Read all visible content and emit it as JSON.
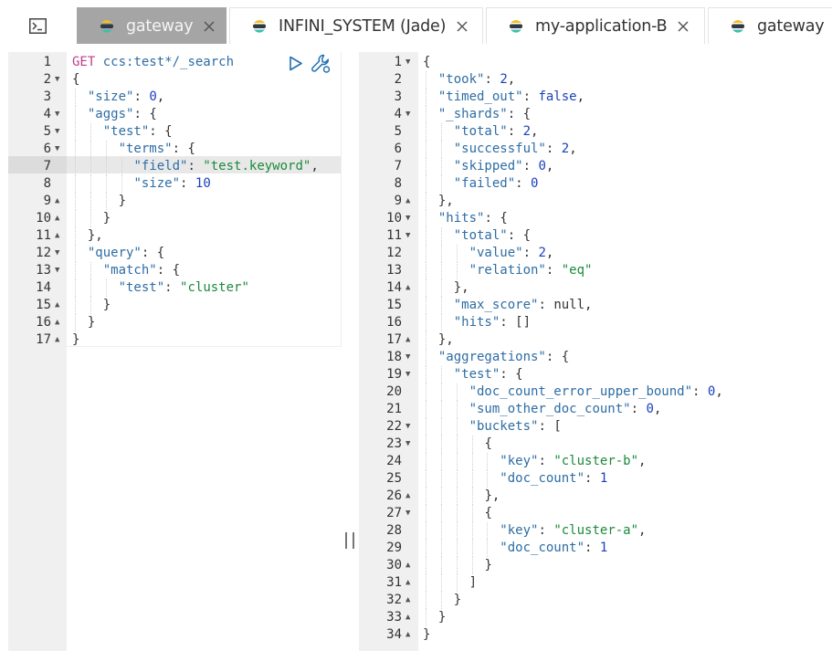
{
  "tabs": [
    {
      "label": "gateway",
      "active": true
    },
    {
      "label": "INFINI_SYSTEM (Jade)",
      "active": false
    },
    {
      "label": "my-application-B",
      "active": false
    },
    {
      "label": "gateway",
      "active": false
    }
  ],
  "colors": {
    "active_tab_bg": "#a5a5a5",
    "gutter_bg": "#f0f0f0",
    "key": "#2e6da4",
    "string": "#1a8a3a",
    "number": "#1a3fbf",
    "method": "#c03b8a"
  },
  "request": {
    "method": "GET",
    "path": "ccs:test*/_search",
    "active_line": 7,
    "lines": [
      {
        "n": "1",
        "fold": "",
        "text": ""
      },
      {
        "n": "2",
        "fold": "down",
        "text": "{"
      },
      {
        "n": "3",
        "fold": "",
        "text": "  \"size\": 0,"
      },
      {
        "n": "4",
        "fold": "down",
        "text": "  \"aggs\": {"
      },
      {
        "n": "5",
        "fold": "down",
        "text": "    \"test\": {"
      },
      {
        "n": "6",
        "fold": "down",
        "text": "      \"terms\": {"
      },
      {
        "n": "7",
        "fold": "",
        "text": "        \"field\": \"test.keyword\","
      },
      {
        "n": "8",
        "fold": "",
        "text": "        \"size\": 10"
      },
      {
        "n": "9",
        "fold": "up",
        "text": "      }"
      },
      {
        "n": "10",
        "fold": "up",
        "text": "    }"
      },
      {
        "n": "11",
        "fold": "up",
        "text": "  },"
      },
      {
        "n": "12",
        "fold": "down",
        "text": "  \"query\": {"
      },
      {
        "n": "13",
        "fold": "down",
        "text": "    \"match\": {"
      },
      {
        "n": "14",
        "fold": "",
        "text": "      \"test\": \"cluster\""
      },
      {
        "n": "15",
        "fold": "up",
        "text": "    }"
      },
      {
        "n": "16",
        "fold": "up",
        "text": "  }"
      },
      {
        "n": "17",
        "fold": "up",
        "text": "}"
      }
    ]
  },
  "response": {
    "lines": [
      {
        "n": "1",
        "fold": "down",
        "text": "{"
      },
      {
        "n": "2",
        "fold": "",
        "text": "  \"took\": 2,"
      },
      {
        "n": "3",
        "fold": "",
        "text": "  \"timed_out\": false,"
      },
      {
        "n": "4",
        "fold": "down",
        "text": "  \"_shards\": {"
      },
      {
        "n": "5",
        "fold": "",
        "text": "    \"total\": 2,"
      },
      {
        "n": "6",
        "fold": "",
        "text": "    \"successful\": 2,"
      },
      {
        "n": "7",
        "fold": "",
        "text": "    \"skipped\": 0,"
      },
      {
        "n": "8",
        "fold": "",
        "text": "    \"failed\": 0"
      },
      {
        "n": "9",
        "fold": "up",
        "text": "  },"
      },
      {
        "n": "10",
        "fold": "down",
        "text": "  \"hits\": {"
      },
      {
        "n": "11",
        "fold": "down",
        "text": "    \"total\": {"
      },
      {
        "n": "12",
        "fold": "",
        "text": "      \"value\": 2,"
      },
      {
        "n": "13",
        "fold": "",
        "text": "      \"relation\": \"eq\""
      },
      {
        "n": "14",
        "fold": "up",
        "text": "    },"
      },
      {
        "n": "15",
        "fold": "",
        "text": "    \"max_score\": null,"
      },
      {
        "n": "16",
        "fold": "",
        "text": "    \"hits\": []"
      },
      {
        "n": "17",
        "fold": "up",
        "text": "  },"
      },
      {
        "n": "18",
        "fold": "down",
        "text": "  \"aggregations\": {"
      },
      {
        "n": "19",
        "fold": "down",
        "text": "    \"test\": {"
      },
      {
        "n": "20",
        "fold": "",
        "text": "      \"doc_count_error_upper_bound\": 0,"
      },
      {
        "n": "21",
        "fold": "",
        "text": "      \"sum_other_doc_count\": 0,"
      },
      {
        "n": "22",
        "fold": "down",
        "text": "      \"buckets\": ["
      },
      {
        "n": "23",
        "fold": "down",
        "text": "        {"
      },
      {
        "n": "24",
        "fold": "",
        "text": "          \"key\": \"cluster-b\","
      },
      {
        "n": "25",
        "fold": "",
        "text": "          \"doc_count\": 1"
      },
      {
        "n": "26",
        "fold": "up",
        "text": "        },"
      },
      {
        "n": "27",
        "fold": "down",
        "text": "        {"
      },
      {
        "n": "28",
        "fold": "",
        "text": "          \"key\": \"cluster-a\","
      },
      {
        "n": "29",
        "fold": "",
        "text": "          \"doc_count\": 1"
      },
      {
        "n": "30",
        "fold": "up",
        "text": "        }"
      },
      {
        "n": "31",
        "fold": "up",
        "text": "      ]"
      },
      {
        "n": "32",
        "fold": "up",
        "text": "    }"
      },
      {
        "n": "33",
        "fold": "up",
        "text": "  }"
      },
      {
        "n": "34",
        "fold": "up",
        "text": "}"
      }
    ]
  }
}
